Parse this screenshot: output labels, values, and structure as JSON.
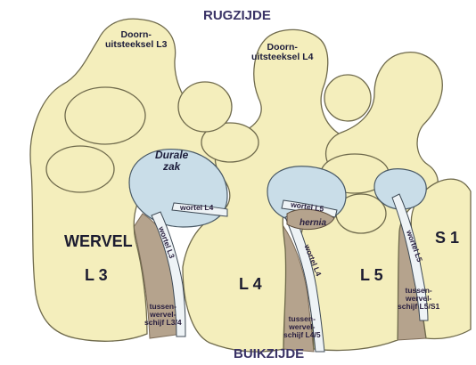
{
  "labels": {
    "top": "RUGZIJDE",
    "bottom": "BUIKZIJDE",
    "spinous_l3": "Doorn-\nuitsteeksel L3",
    "spinous_l4": "Doorn-\nuitsteeksel L4",
    "dural_sac": "Durale\nzak",
    "vertebra": "WERVEL",
    "l3": "L 3",
    "l4": "L 4",
    "l5": "L 5",
    "s1": "S 1",
    "root_l3": "wortel L3",
    "root_l4_a": "wortel L4",
    "root_l4_b": "wortel L4",
    "root_l5": "wortel L5",
    "root_l5_b": "wortel L5",
    "hernia": "hernia",
    "disc_l34": "tussen-\nwervel-\nschijf L3/4",
    "disc_l45": "tussen-\nwervel-\nschijf L4/5",
    "disc_l5s1": "tussen-\nwervel-\nschijf L5/S1"
  },
  "colors": {
    "bone": "#f4eebc",
    "bone_outline": "#6f6a4c",
    "disc": "#b5a38d",
    "dura": "#c9dde8",
    "root": "#eef3f6"
  }
}
